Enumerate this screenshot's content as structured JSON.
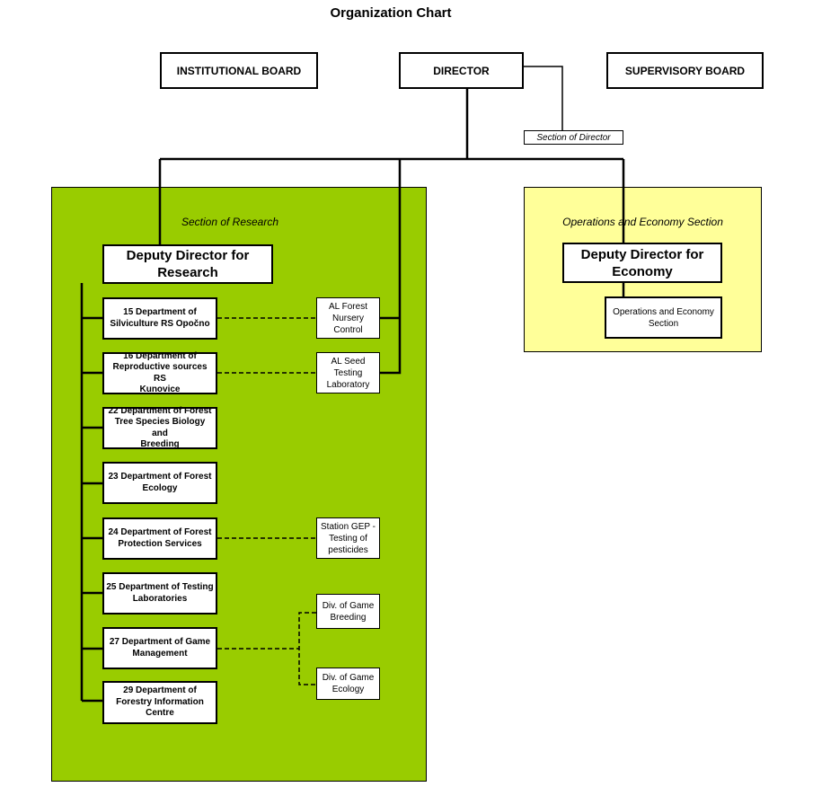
{
  "title": "Organization Chart",
  "colors": {
    "research_section": "#99cc00",
    "economy_section": "#ffff99",
    "lines": "#000000",
    "boxes": "#ffffff"
  },
  "top_row": {
    "institutional_board": "INSTITUTIONAL BOARD",
    "director": "DIRECTOR",
    "supervisory_board": "SUPERVISORY BOARD",
    "section_of_director": "Section of Director"
  },
  "research": {
    "section_label": "Section of Research",
    "deputy": "Deputy Director for\nResearch",
    "departments": [
      "15 Department of\nSilviculture RS Opočno",
      "16 Department of\nReproductive sources RS\nKunovice",
      "22 Department of Forest\nTree Species Biology and\nBreeding",
      "23 Department of Forest\nEcology",
      "24 Department of Forest\nProtection Services",
      "25 Department of Testing\nLaboratories",
      "27 Department of Game\nManagement",
      "29 Department of\nForestry Information\nCentre"
    ],
    "units": [
      "AL Forest\nNursery\nControl",
      "AL  Seed\nTesting\nLaboratory",
      "Station GEP -\nTesting of\npesticides",
      "Div. of Game\nBreeding",
      "Div. of Game\nEcology"
    ]
  },
  "economy": {
    "section_label": "Operations and Economy Section",
    "deputy": "Deputy Director for\nEconomy",
    "sub_section": "Operations and Economy\nSection"
  }
}
